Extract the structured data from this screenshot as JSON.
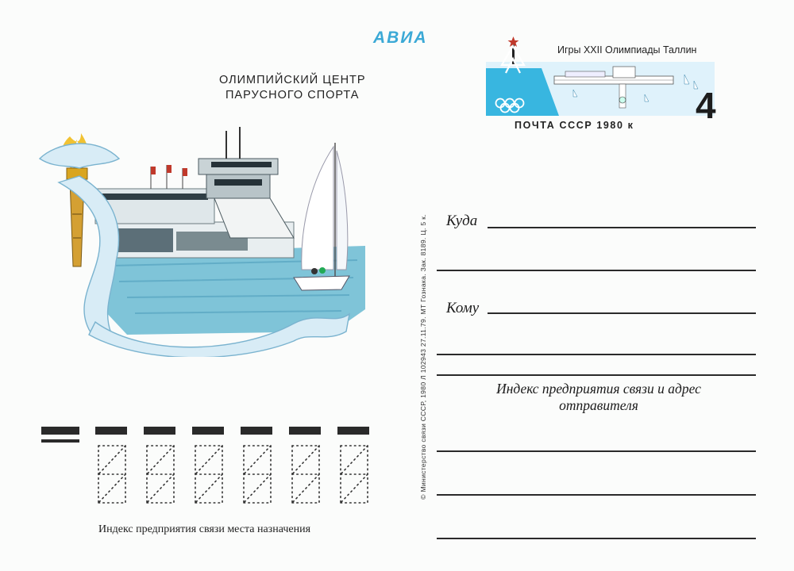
{
  "header": {
    "avia": "АВИА",
    "title_line1": "ОЛИМПИЙСКИЙ ЦЕНТР",
    "title_line2": "ПАРУСНОГО СПОРТА"
  },
  "stamp": {
    "title": "Игры XXII Олимпиады  Таллин",
    "bottom": "ПОЧТА  СССР  1980 к",
    "value": "4",
    "accent_color": "#38b6e0"
  },
  "address": {
    "to_where": "Куда",
    "to_whom": "Кому",
    "sender_line1": "Индекс предприятия связи и адрес",
    "sender_line2": "отправителя"
  },
  "imprint": "© Министерство связи СССР, 1980 Л 102943 27.11.79. МТ Гознака. Зак. 8189. Ц. 5 к.",
  "index_caption": "Индекс предприятия связи места назначения",
  "colors": {
    "sky_blue": "#3ba9d6",
    "ink": "#1b1b1b"
  }
}
